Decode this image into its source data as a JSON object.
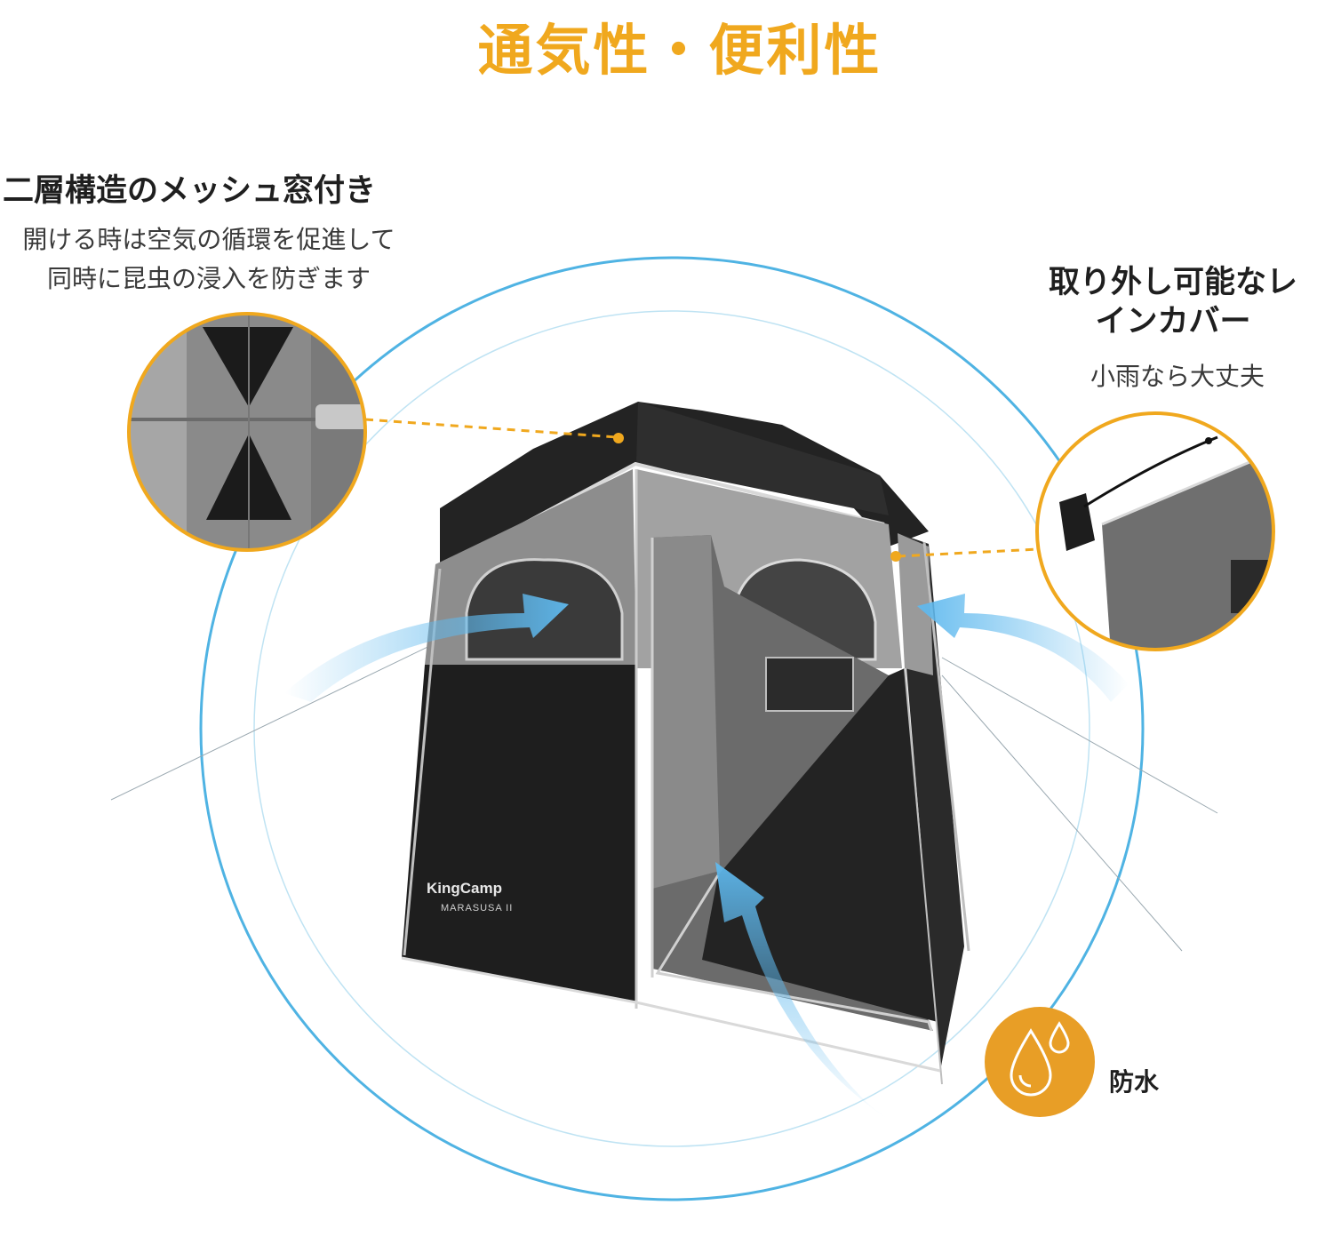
{
  "headline": "通気性・便利性",
  "features": {
    "mesh_window": {
      "title": "二層構造のメッシュ窓付き",
      "desc_line1": "開ける時は空気の循環を促進して",
      "desc_line2": "同時に昆虫の浸入を防ぎます"
    },
    "rain_cover": {
      "title_line1": "取り外し可能なレ",
      "title_line2": "インカバー",
      "desc": "小雨なら大丈夫"
    },
    "waterproof": {
      "label": "防水",
      "icon": "water-drops-icon"
    }
  },
  "product": {
    "brand": "KingCamp",
    "model": "MARASUSA II"
  },
  "colors": {
    "accent": "#f0a81e",
    "circle": "#4fb3e3",
    "tent_dark": "#1c1c1c",
    "tent_grey": "#8a8a8a"
  }
}
